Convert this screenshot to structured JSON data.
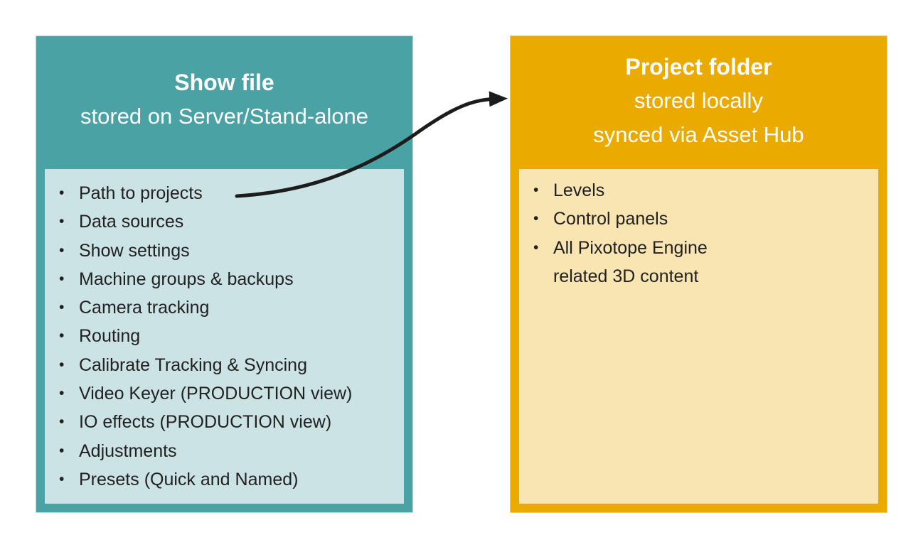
{
  "colors": {
    "teal_header": "#4AA2A5",
    "teal_panel": "#CBE3E4",
    "orange_header": "#EAAA00",
    "orange_panel": "#F8E5B2",
    "arrow": "#1C1C1C",
    "text_dark": "#212121",
    "text_light": "#FFFFFF"
  },
  "left_box": {
    "title": "Show file",
    "subtitle": "stored on Server/Stand-alone",
    "items": [
      "Path to projects",
      "Data sources",
      "Show settings",
      "Machine groups & backups",
      "Camera tracking",
      "Routing",
      "Calibrate Tracking & Syncing",
      "Video Keyer (PRODUCTION view)",
      "IO effects (PRODUCTION view)",
      "Adjustments",
      "Presets (Quick and Named)"
    ]
  },
  "right_box": {
    "title": "Project folder",
    "subtitle_lines": [
      "stored locally",
      "synced via Asset Hub"
    ],
    "items": [
      "Levels",
      "Control panels",
      "All Pixotope Engine\nrelated 3D content"
    ]
  },
  "connector": {
    "from_item": "Path to projects",
    "to_box": "Project folder"
  }
}
